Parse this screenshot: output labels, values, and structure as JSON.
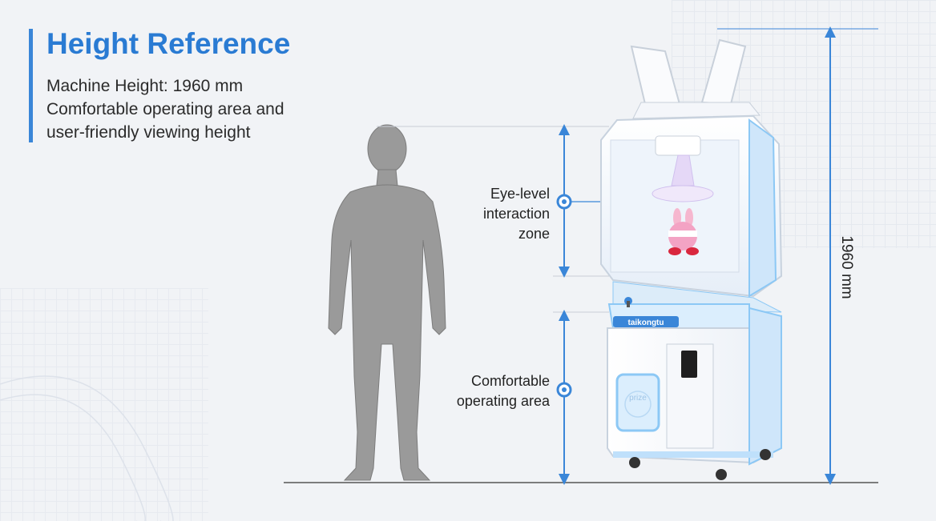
{
  "header": {
    "title": "Height Reference",
    "description": [
      "Machine Height: 1960 mm",
      "Comfortable operating area and",
      "user-friendly viewing height"
    ]
  },
  "annotations": {
    "eye_level": [
      "Eye-level",
      "interaction",
      "zone"
    ],
    "operating_area": [
      "Comfortable",
      "operating area"
    ],
    "total_height": "1960 mm"
  },
  "machine": {
    "brand": "taikongtu",
    "prize_label": "prize"
  },
  "colors": {
    "accent": "#2a7bd3",
    "dimension_line": "#3a86d8",
    "silhouette": "#9a9a9a",
    "machine_body": "#f7f9fc",
    "machine_glow": "#8cc8f5"
  }
}
